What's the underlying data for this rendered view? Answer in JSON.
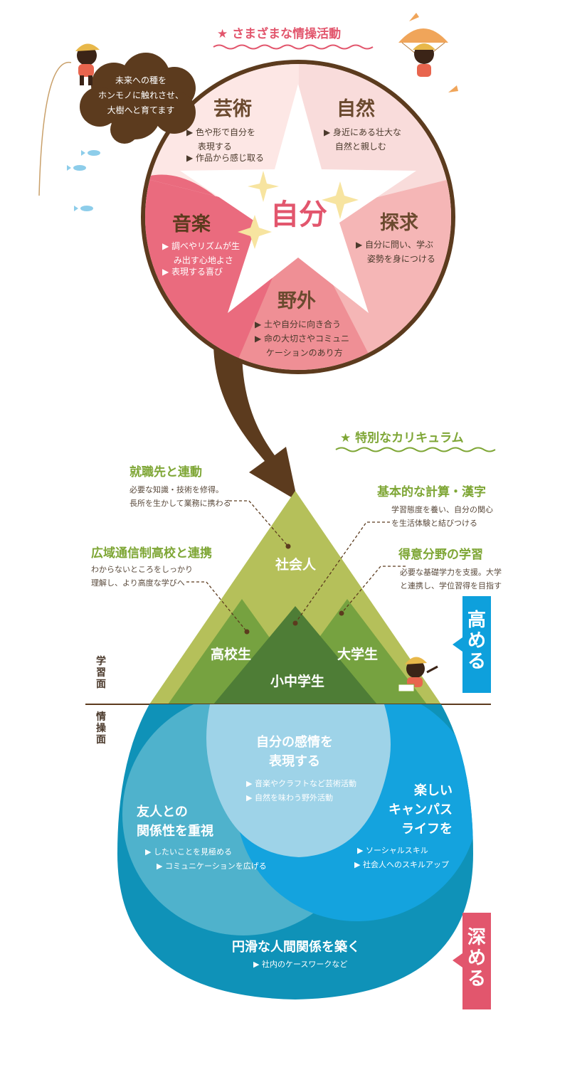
{
  "top": {
    "title": "★ さまざまな情操活動",
    "cloud": "未来への種を\nホンモノに触れさせ、\n大樹へと育てます",
    "center": "自分",
    "categories": {
      "art": {
        "title": "芸術",
        "items": [
          "▶ 色や形で自分を\n　 表現する",
          "▶ 作品から感じ取る"
        ]
      },
      "nature": {
        "title": "自然",
        "items": [
          "▶ 身近にある壮大な\n　 自然と親しむ"
        ]
      },
      "music": {
        "title": "音楽",
        "items": [
          "▶ 調べやリズムが生\n　 み出す心地よさ",
          "▶ 表現する喜び"
        ]
      },
      "inquiry": {
        "title": "探求",
        "items": [
          "▶ 自分に問い、学ぶ\n　 姿勢を身につける"
        ]
      },
      "outdoor": {
        "title": "野外",
        "items": [
          "▶ 土や自分に向き合う",
          "▶ 命の大切さやコミュニ\n　 ケーションのあり方"
        ]
      }
    },
    "colors": {
      "brown": "#5c3b1e",
      "pink": "#e2566d",
      "light_pink": "#f9dada"
    }
  },
  "curriculum": {
    "title": "★ 特別なカリキュラム",
    "annotations": {
      "employment": {
        "title": "就職先と連動",
        "desc": "必要な知識・技術を修得。\n長所を生かして業務に携わる"
      },
      "basic": {
        "title": "基本的な計算・漢字",
        "desc": "学習態度を養い、自分の関心\nを生活体験と結びつける"
      },
      "highschool": {
        "title": "広域通信制高校と連携",
        "desc": "わからないところをしっかり\n理解し、より高度な学びへ"
      },
      "specialty": {
        "title": "得意分野の学習",
        "desc": "必要な基礎学力を支援。大学\nと連携し、学位習得を目指す"
      }
    },
    "mountains": {
      "society": "社会人",
      "highschool": "高校生",
      "university": "大学生",
      "elementary": "小中学生"
    },
    "side_labels": {
      "learning": "学習面",
      "emotion": "情操面"
    },
    "tags": {
      "raise": "高める",
      "deepen": "深める"
    },
    "colors": {
      "green": "#7ea635",
      "olive": "#b5c05a",
      "mid_green": "#6f9a3c",
      "dark_green": "#4e7d36",
      "blue": "#0ea0dc",
      "pink": "#e2566d"
    }
  },
  "drop": {
    "top": {
      "title": "自分の感情を\n表現する",
      "items": [
        "▶ 音楽やクラフトなど芸術活動",
        "▶ 自然を味わう野外活動"
      ]
    },
    "left": {
      "title": "友人との\n関係性を重視",
      "items": [
        "▶ したいことを見極める",
        "　　▶ コミュニケーションを広げる"
      ]
    },
    "right": {
      "title": "楽しい\nキャンパス\nライフを",
      "items": [
        "▶ ソーシャルスキル",
        "▶ 社会人へのスキルアップ"
      ]
    },
    "bottom": {
      "title": "円滑な人間関係を築く",
      "items": [
        "▶ 社内のケースワークなど"
      ]
    }
  }
}
